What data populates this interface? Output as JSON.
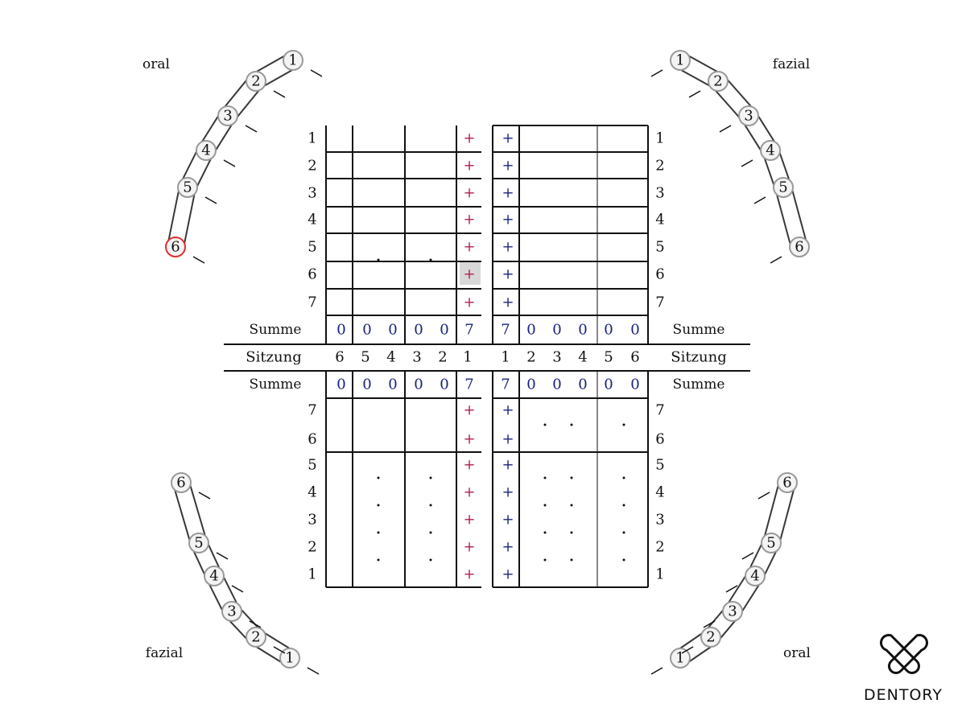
{
  "labels": {
    "upper_left": "oral",
    "upper_right": "fazial",
    "lower_left": "fazial",
    "lower_right": "oral"
  },
  "row_labels_upper": [
    "1",
    "2",
    "3",
    "4",
    "5",
    "6",
    "7"
  ],
  "row_labels_lower": [
    "7",
    "6",
    "5",
    "4",
    "3",
    "2",
    "1"
  ],
  "summe_label": "Summe",
  "sitzung_label": "Sitzung",
  "sitzung_left": [
    "6",
    "5",
    "4",
    "3",
    "2",
    "1"
  ],
  "sitzung_right": [
    "1",
    "2",
    "3",
    "4",
    "5",
    "6"
  ],
  "summe_upper_left": [
    "0",
    "0",
    "0",
    "0",
    "0",
    "7"
  ],
  "summe_upper_right": [
    "7",
    "0",
    "0",
    "0",
    "0",
    "0"
  ],
  "summe_lower_left": [
    "0",
    "0",
    "0",
    "0",
    "0",
    "7"
  ],
  "summe_lower_right": [
    "7",
    "0",
    "0",
    "0",
    "0",
    "0"
  ],
  "plus_mark": "+",
  "teeth_numbers": [
    "1",
    "2",
    "3",
    "4",
    "5",
    "6"
  ],
  "highlighted_tooth": {
    "quadrant": "upper_left",
    "number": "6",
    "color": "#e03030"
  },
  "highlighted_cell": {
    "table": "upper_left",
    "row": "6",
    "color": "#d8d8d8"
  },
  "colors": {
    "summe_digits": "#1a237e",
    "plus_left": "#b0204a",
    "plus_right": "#1a237e"
  },
  "logo": {
    "text": "DENTORY"
  }
}
